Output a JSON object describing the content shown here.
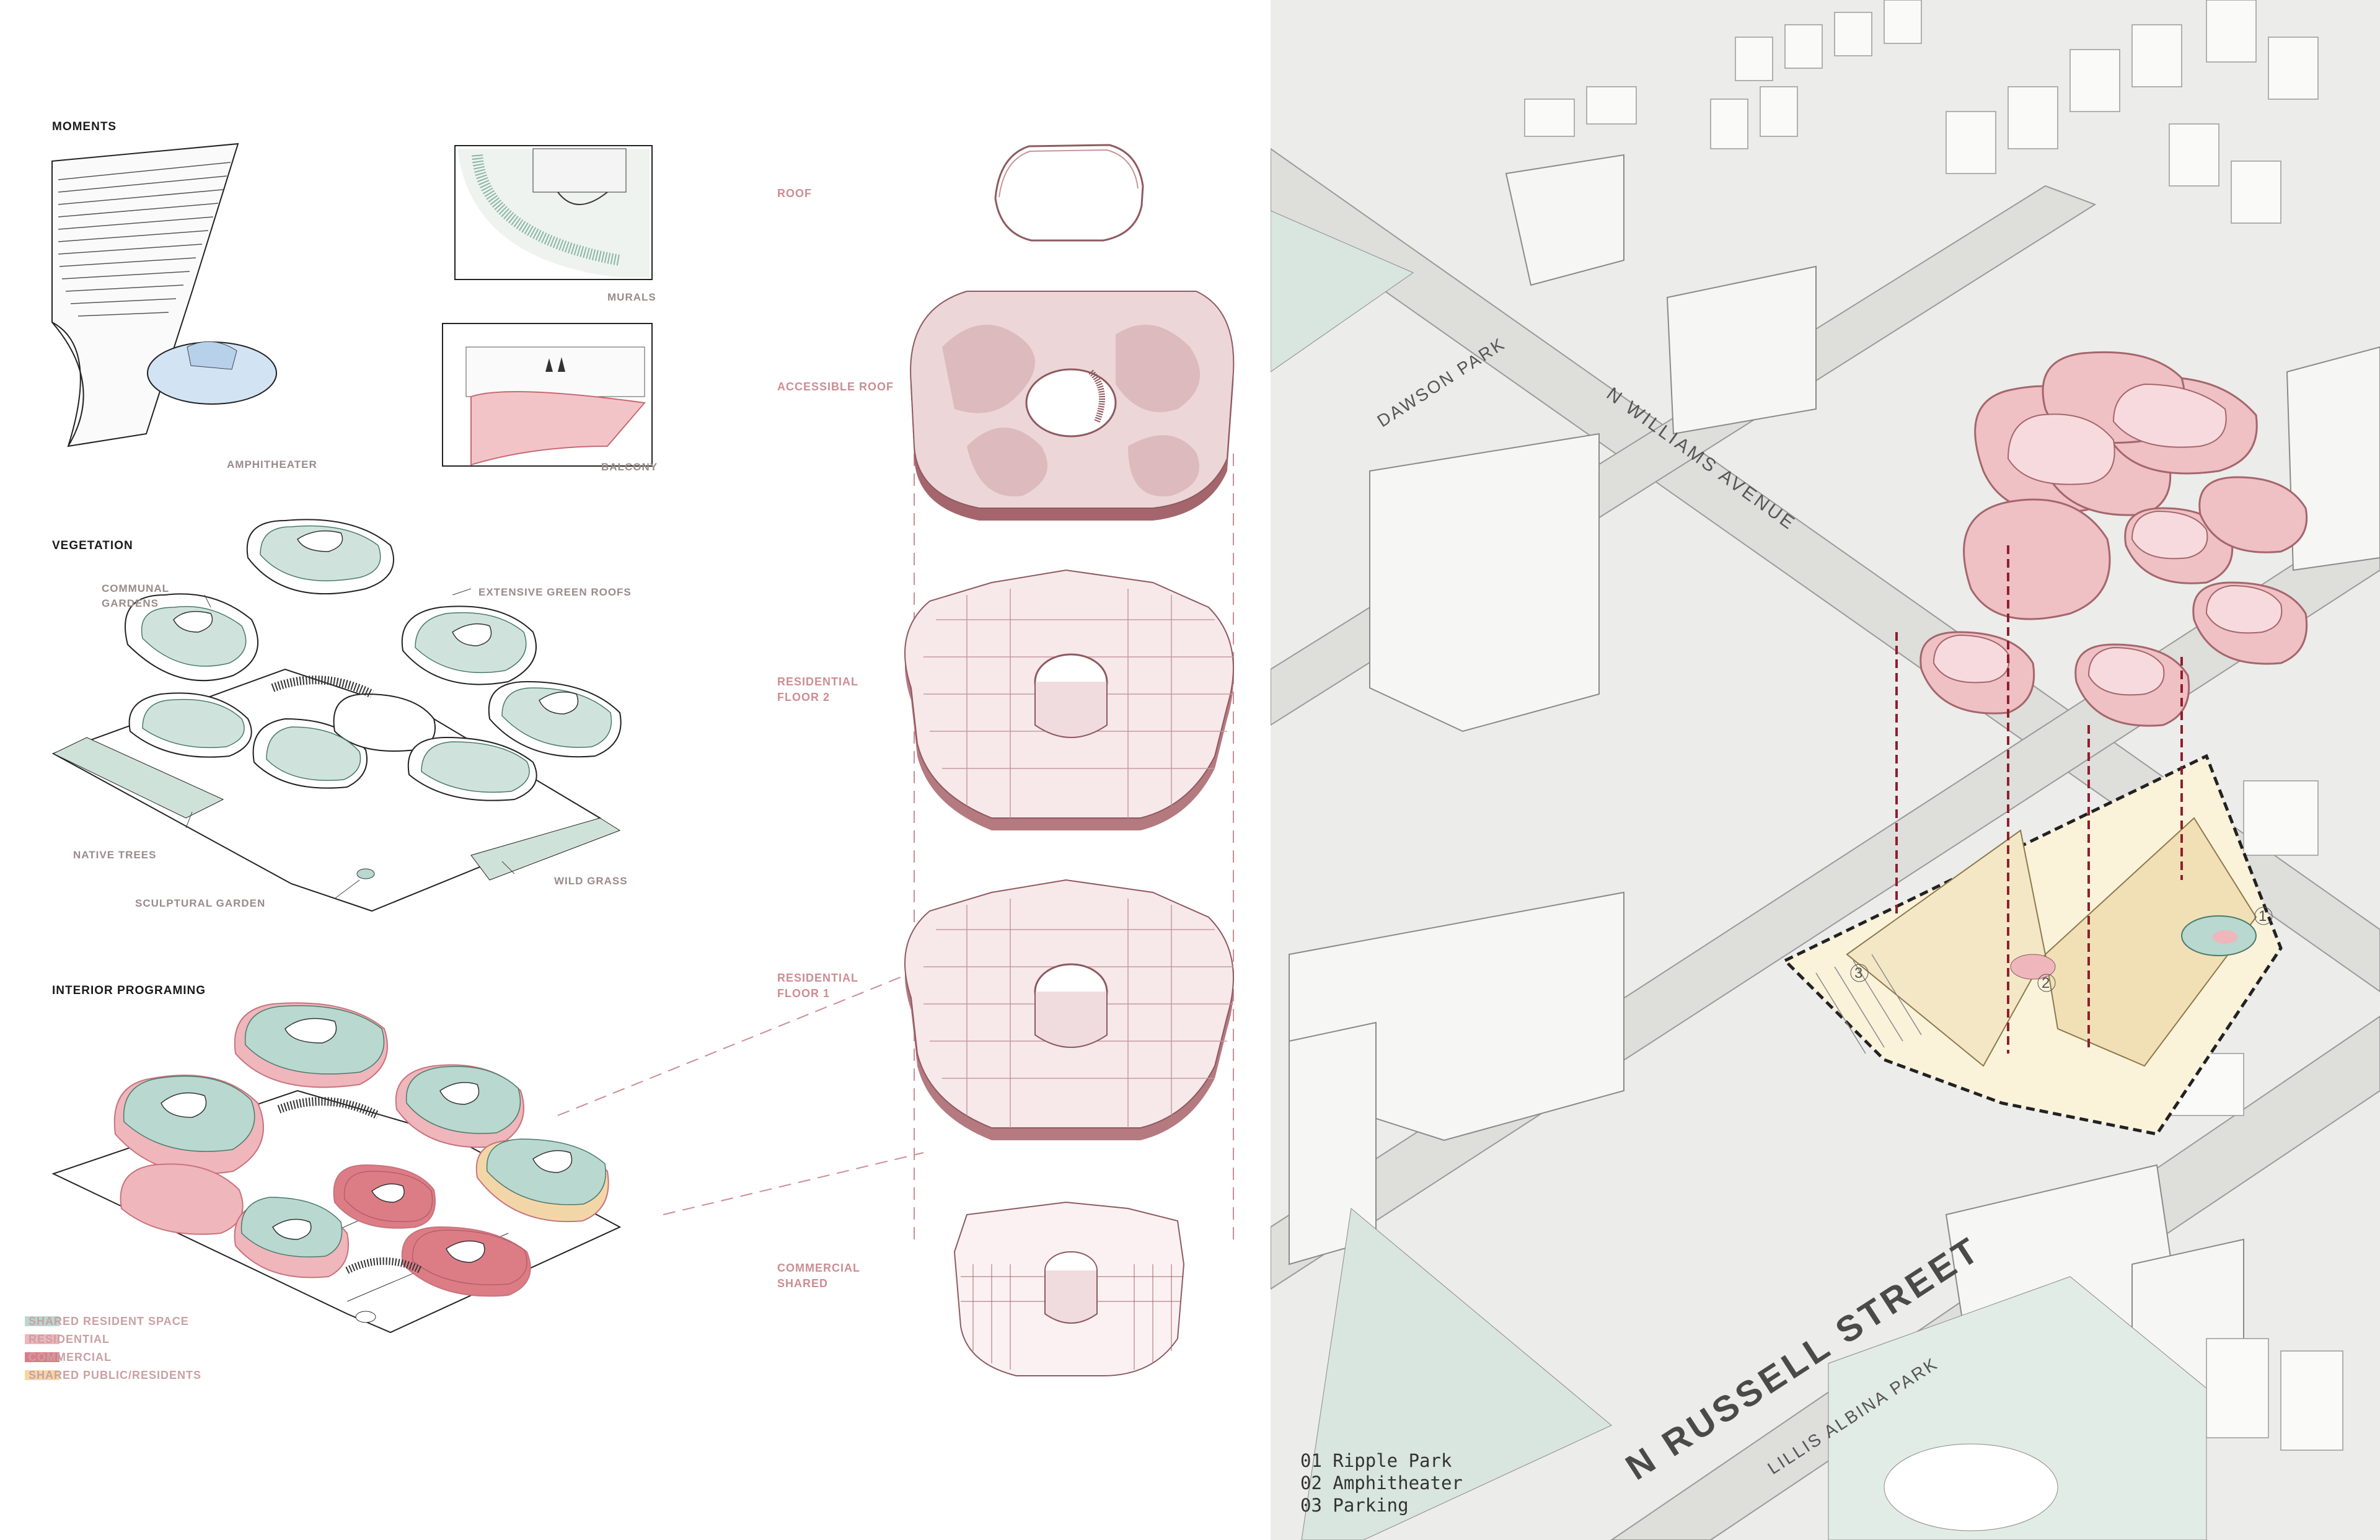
{
  "sections": {
    "moments": "MOMENTS",
    "vegetation": "VEGETATION",
    "interior": "INTERIOR PROGRAMING"
  },
  "moments": {
    "amphitheater": "AMPHITHEATER",
    "murals": "MURALS",
    "balcony": "BALCONY"
  },
  "vegetation": {
    "communal": [
      "COMMUNAL",
      "GARDENS"
    ],
    "green_roofs": "EXTENSIVE GREEN ROOFS",
    "native_trees": "NATIVE TREES",
    "sculptural": "SCULPTURAL GARDEN",
    "wild_grass": "WILD GRASS"
  },
  "legend": [
    {
      "label": "SHARED RESIDENT SPACE",
      "color": "#b9d8cf"
    },
    {
      "label": "RESIDENTIAL",
      "color": "#efb6bb"
    },
    {
      "label": "COMMERCIAL",
      "color": "#dc7d86"
    },
    {
      "label": "SHARED PUBLIC/RESIDENTS",
      "color": "#f5d8a0"
    }
  ],
  "floors": {
    "roof": "ROOF",
    "accessible_roof": "ACCESSIBLE ROOF",
    "floor2": [
      "RESIDENTIAL",
      "FLOOR 2"
    ],
    "floor1": [
      "RESIDENTIAL",
      "FLOOR 1"
    ],
    "commercial": [
      "COMMERCIAL",
      "SHARED"
    ]
  },
  "map": {
    "streets": {
      "williams": "N WILLIAMS AVENUE",
      "russell": "N RUSSELL STREET",
      "dawson": "DAWSON PARK",
      "lillis": "LILLIS ALBINA PARK"
    },
    "site_numbers": [
      "1",
      "2",
      "3"
    ],
    "key": [
      "01 Ripple Park",
      "02 Amphitheater",
      "03 Parking"
    ]
  },
  "colors": {
    "mauve": "#a4666c",
    "pink": "#efb6bb",
    "sage": "#b9d8cf",
    "cream": "#f4e7c6",
    "road": "#dededb"
  }
}
